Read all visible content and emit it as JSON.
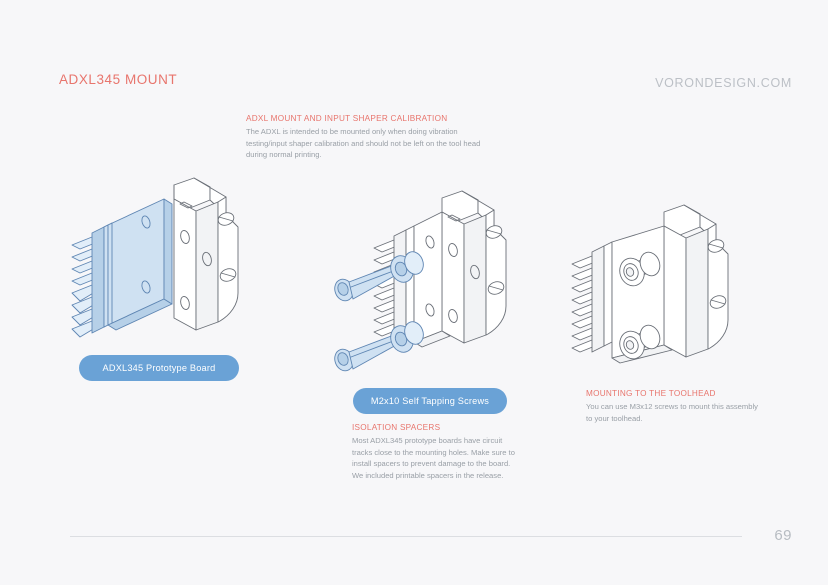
{
  "header": {
    "title": "ADXL345 MOUNT",
    "site": "VORONDESIGN.COM"
  },
  "notes": {
    "intro": {
      "heading": "ADXL MOUNT AND INPUT SHAPER CALIBRATION",
      "body": "The ADXL is intended to be mounted only when doing vibration testing/input shaper calibration and should not be left on the tool head during normal printing."
    },
    "spacers": {
      "heading": "ISOLATION SPACERS",
      "body": "Most ADXL345 prototype boards have circuit tracks close to the mounting holes. Make sure to install spacers to prevent damage to the board. We included printable spacers in the release."
    },
    "toolhead": {
      "heading": "MOUNTING TO THE TOOLHEAD",
      "body": "You can use M3x12 screws to mount this assembly to your toolhead."
    }
  },
  "labels": {
    "board": "ADXL345 Prototype Board",
    "screws": "M2x10 Self Tapping Screws"
  },
  "footer": {
    "page_number": "69"
  },
  "colors": {
    "accent_red": "#e8756d",
    "pill_blue": "#6aa2d6",
    "part_blue": "#cfe1f2",
    "line_gray": "#6b7078",
    "background": "#f7f7f9"
  },
  "figures": {
    "exploded_board": {
      "name": "ADXL345 board exploded from mount bracket",
      "highlighted_part": "prototype board",
      "pin_header_count": 8
    },
    "screws_spacers": {
      "name": "Screws and isolation spacers exploded from assembly",
      "highlighted_parts": "screws and spacers",
      "screw_count": 2,
      "spacer_count": 2,
      "pin_header_count": 8
    },
    "assembled_mount": {
      "name": "Completed ADXL345 mount assembly",
      "highlighted_parts": "none",
      "pin_header_count": 8
    }
  }
}
